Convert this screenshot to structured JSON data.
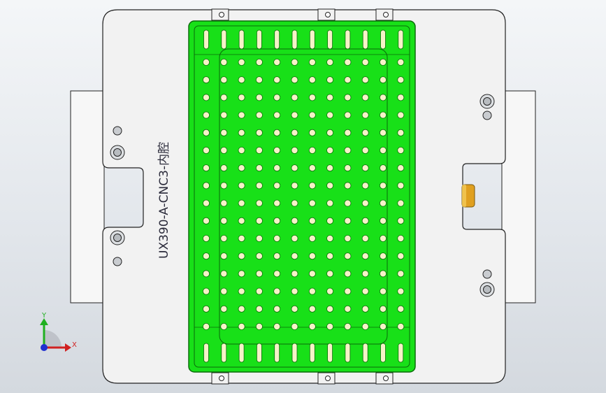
{
  "part_label": "UX390-A-CNC3-内腔",
  "triad": {
    "y_label": "Y",
    "x_label": "X"
  },
  "colors": {
    "base_plate": "#f2f2f2",
    "side_block": "#f7f7f7",
    "outline": "#222222",
    "pocket_fill": "#18e018",
    "pocket_edge": "#0a6a0a",
    "hole_fill": "#f6f3c8",
    "pin_gold": "#e0a020",
    "axis_y": "#20b020",
    "axis_x": "#d02020",
    "axis_z": "#2030d0"
  },
  "icons": {
    "origin": "coordinate-triad-icon",
    "pin": "cylinder-pin-icon"
  }
}
